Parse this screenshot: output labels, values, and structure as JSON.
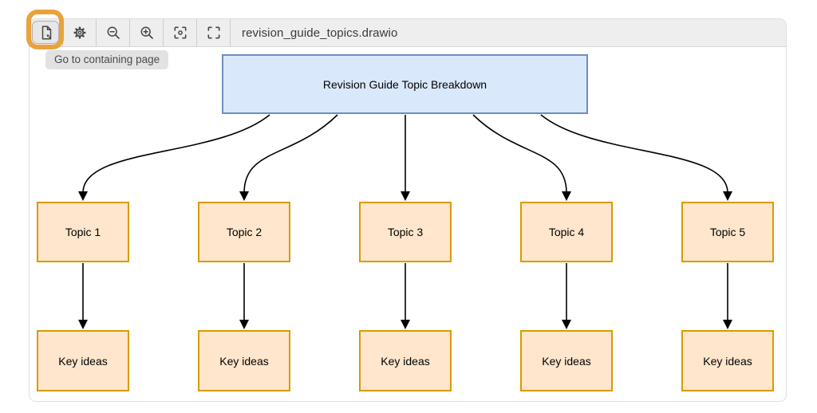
{
  "toolbar": {
    "filename": "revision_guide_topics.drawio",
    "buttons": [
      {
        "id": "go-to-containing-page",
        "icon": "page-exit-arrow-icon",
        "tooltip": "Go to containing page",
        "highlighted": true
      },
      {
        "id": "settings",
        "icon": "gear-icon"
      },
      {
        "id": "zoom-out",
        "icon": "zoom-out-icon"
      },
      {
        "id": "zoom-in",
        "icon": "zoom-in-icon"
      },
      {
        "id": "fit-page",
        "icon": "fit-view-icon"
      },
      {
        "id": "fullscreen",
        "icon": "fullscreen-icon"
      }
    ]
  },
  "tooltip": {
    "text": "Go to containing page"
  },
  "annotation": {
    "highlight_color": "#E9A23C"
  },
  "diagram": {
    "root": {
      "label": "Revision Guide Topic Breakdown",
      "fill": "#dae8fc",
      "stroke": "#6c8ebf"
    },
    "topics": [
      {
        "label": "Topic 1"
      },
      {
        "label": "Topic 2"
      },
      {
        "label": "Topic 3"
      },
      {
        "label": "Topic 4"
      },
      {
        "label": "Topic 5"
      }
    ],
    "key_ideas": [
      {
        "label": "Key ideas"
      },
      {
        "label": "Key ideas"
      },
      {
        "label": "Key ideas"
      },
      {
        "label": "Key ideas"
      },
      {
        "label": "Key ideas"
      }
    ],
    "topic_fill": "#ffe6cc",
    "topic_stroke": "#d79b00",
    "edge_color": "#000000"
  }
}
